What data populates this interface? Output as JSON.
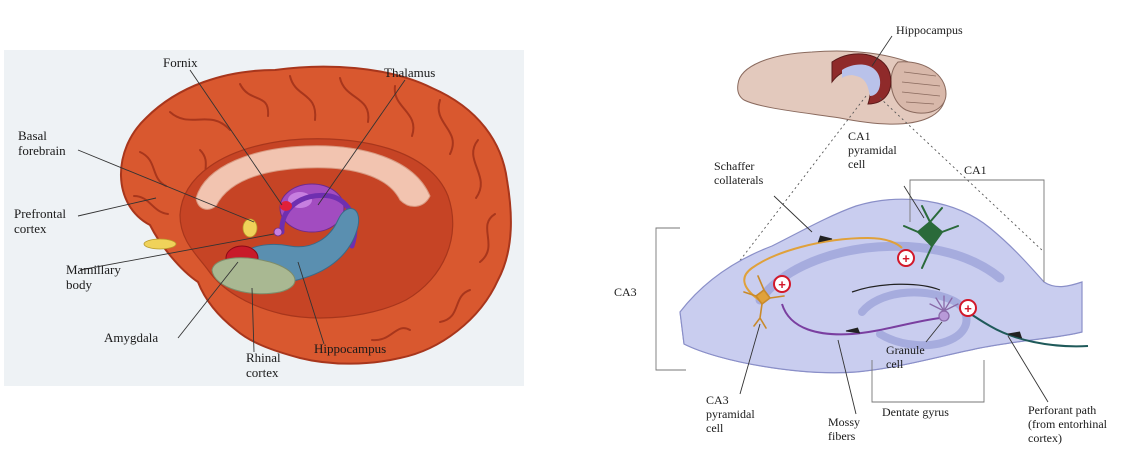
{
  "left_figure": {
    "labels": {
      "fornix": "Fornix",
      "thalamus": "Thalamus",
      "basal_forebrain": [
        "Basal",
        "forebrain"
      ],
      "prefrontal_cortex": [
        "Prefrontal",
        "cortex"
      ],
      "mamillary_body": [
        "Mamillary",
        "body"
      ],
      "amygdala": "Amygdala",
      "rhinal_cortex": [
        "Rhinal",
        "cortex"
      ],
      "hippocampus": "Hippocampus"
    },
    "colors": {
      "cortex": "#d9582f",
      "cortex_dark": "#a8361c",
      "corpus_callosum": "#f2c4b0",
      "thalamus": "#a24cc0",
      "hippocampus": "#5a8fb0",
      "amygdala": "#c81a2a",
      "rhinal_cortex": "#a9b892",
      "basal_forebrain": "#f0d25a"
    }
  },
  "right_figure": {
    "labels": {
      "hippocampus_top": "Hippocampus",
      "ca1": "CA1",
      "ca3": "CA3",
      "schaffer_collaterals": [
        "Schaffer",
        "collaterals"
      ],
      "ca1_pyramidal_cell": [
        "CA1",
        "pyramidal",
        "cell"
      ],
      "ca3_pyramidal_cell": [
        "CA3",
        "pyramidal",
        "cell"
      ],
      "granule_cell": [
        "Granule",
        "cell"
      ],
      "dentate_gyrus": "Dentate gyrus",
      "mossy_fibers": [
        "Mossy",
        "fibers"
      ],
      "perforant_path": [
        "Perforant path",
        "(from entorhinal",
        "cortex)"
      ]
    },
    "synapse_symbol": "+",
    "colors": {
      "slice": "#c9cdef",
      "slice_edge": "#8a8fc8",
      "schaffer": "#e0a13a",
      "mossy": "#7a3fa0",
      "perforant": "#1f5a5a",
      "ca1_cell": "#2a6a3a",
      "synapse": "#d2182a"
    }
  }
}
